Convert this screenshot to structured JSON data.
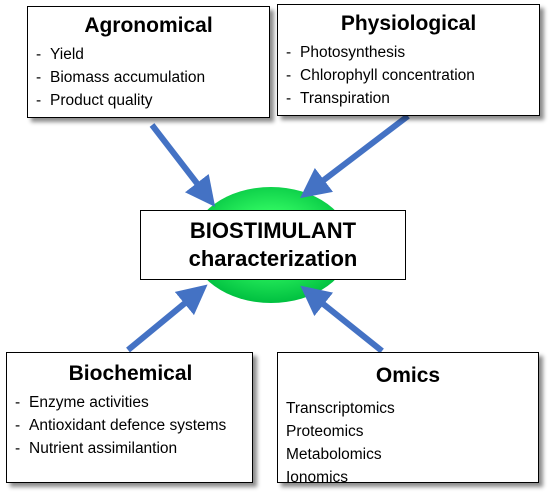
{
  "center": {
    "line1": "BIOSTIMULANT",
    "line2": "characterization"
  },
  "agronomical": {
    "title": "Agronomical",
    "items": [
      "Yield",
      "Biomass accumulation",
      "Product quality"
    ]
  },
  "physiological": {
    "title": "Physiological",
    "items": [
      "Photosynthesis",
      "Chlorophyll concentration",
      "Transpiration"
    ]
  },
  "biochemical": {
    "title": "Biochemical",
    "items": [
      "Enzyme activities",
      "Antioxidant defence systems",
      "Nutrient assimilantion"
    ]
  },
  "omics": {
    "title": "Omics",
    "items": [
      "Transcriptomics",
      "Proteomics",
      "Metabolomics",
      "Ionomics"
    ]
  },
  "colors": {
    "arrow": "#4472c4",
    "ellipse_center": "#4cff7a",
    "ellipse_edge": "#00c840"
  }
}
